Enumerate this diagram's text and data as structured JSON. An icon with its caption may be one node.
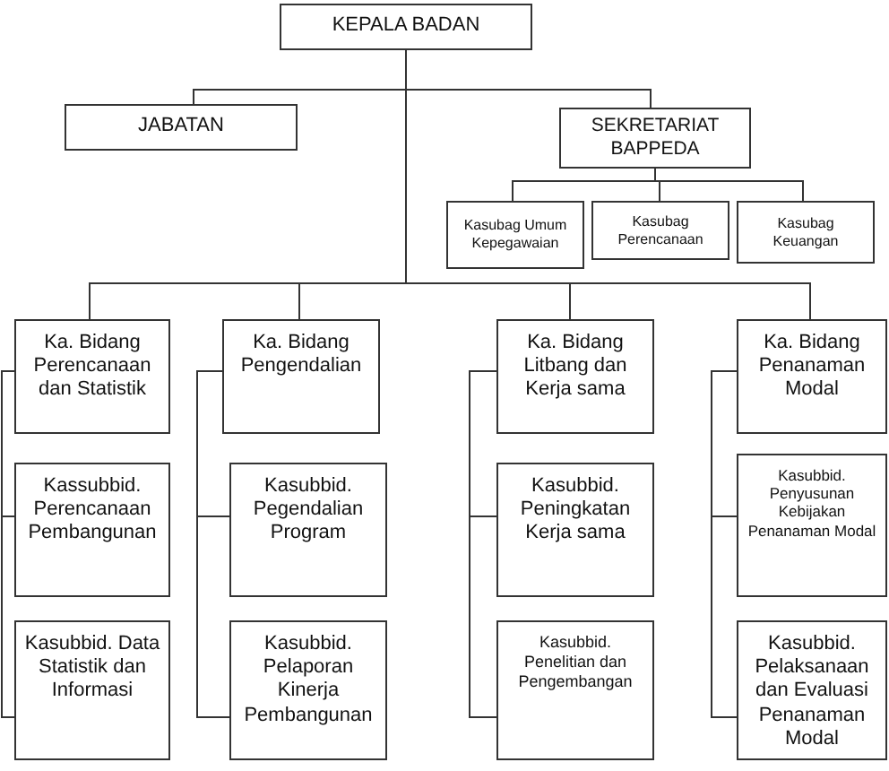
{
  "diagram": {
    "nodes": [
      {
        "text": [
          "KEPALA BADAN"
        ]
      },
      {
        "text": [
          "JABATAN"
        ]
      },
      {
        "text": [
          "SEKRETARIAT BAPPEDA"
        ]
      },
      {
        "text": [
          "Kasubag Umum Kepegawaian"
        ]
      },
      {
        "text": [
          "Kasubag Perencanaan"
        ]
      },
      {
        "text": [
          "Kasubag Keuangan"
        ]
      },
      {
        "text": [
          "Ka. Bidang Perencanaan dan Statistik"
        ]
      },
      {
        "text": [
          "Kassubbid. Perencanaan Pembangunan"
        ]
      },
      {
        "text": [
          "Kasubbid. Data Statistik dan Informasi"
        ]
      },
      {
        "text": [
          "Ka. Bidang Pengendalian"
        ]
      },
      {
        "text": [
          "Kasubbid. Pegendalian Program"
        ]
      },
      {
        "text": [
          "Kasubbid. Pelaporan Kinerja Pembangunan"
        ]
      },
      {
        "text": [
          "Ka. Bidang Litbang dan Kerja sama"
        ]
      },
      {
        "text": [
          "Kasubbid. Peningkatan Kerja sama"
        ]
      },
      {
        "text": [
          "Kasubbid. Penelitian dan Pengembangan"
        ]
      },
      {
        "text": [
          "Ka. Bidang Penanaman Modal"
        ]
      },
      {
        "text": [
          "Kasubbid. Penyusunan Kebijakan Penanaman Modal"
        ]
      },
      {
        "text": [
          "Kasubbid. Pelaksanaan dan Evaluasi Penanaman Modal"
        ]
      }
    ],
    "edges": [
      {
        "from": 0,
        "to": 1,
        "arrow": "none"
      },
      {
        "from": 0,
        "to": 2,
        "arrow": "none"
      },
      {
        "from": 2,
        "to": 3,
        "arrow": "none"
      },
      {
        "from": 2,
        "to": 4,
        "arrow": "none"
      },
      {
        "from": 2,
        "to": 5,
        "arrow": "none"
      },
      {
        "from": 0,
        "to": 6,
        "arrow": "none"
      },
      {
        "from": 0,
        "to": 9,
        "arrow": "none"
      },
      {
        "from": 0,
        "to": 12,
        "arrow": "none"
      },
      {
        "from": 0,
        "to": 15,
        "arrow": "none"
      },
      {
        "from": 6,
        "to": 7,
        "arrow": "none"
      },
      {
        "from": 6,
        "to": 8,
        "arrow": "none"
      },
      {
        "from": 9,
        "to": 10,
        "arrow": "none"
      },
      {
        "from": 9,
        "to": 11,
        "arrow": "none"
      },
      {
        "from": 12,
        "to": 13,
        "arrow": "none"
      },
      {
        "from": 12,
        "to": 14,
        "arrow": "none"
      },
      {
        "from": 15,
        "to": 16,
        "arrow": "none"
      },
      {
        "from": 15,
        "to": 17,
        "arrow": "none"
      }
    ]
  }
}
